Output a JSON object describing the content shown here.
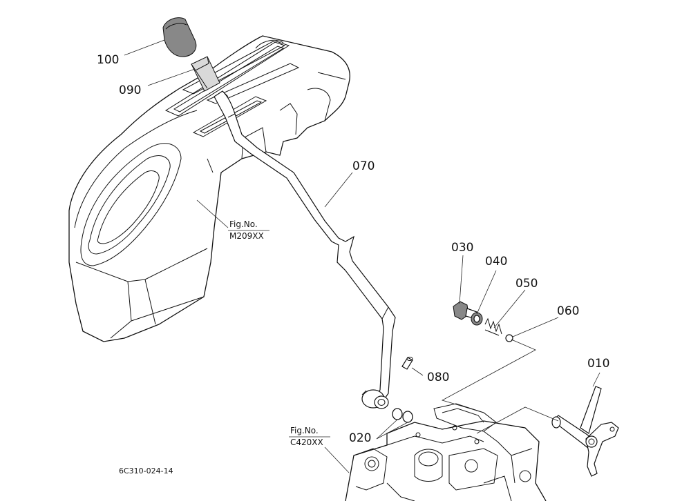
{
  "parts": [
    {
      "id": "p100",
      "number": "100"
    },
    {
      "id": "p090",
      "number": "090"
    },
    {
      "id": "p070",
      "number": "070"
    },
    {
      "id": "p030",
      "number": "030"
    },
    {
      "id": "p040",
      "number": "040"
    },
    {
      "id": "p050",
      "number": "050"
    },
    {
      "id": "p060",
      "number": "060"
    },
    {
      "id": "p080",
      "number": "080"
    },
    {
      "id": "p010",
      "number": "010"
    },
    {
      "id": "p020",
      "number": "020"
    }
  ],
  "references": [
    {
      "id": "ref-m209",
      "line1": "Fig.No.",
      "line2": "M209XX"
    },
    {
      "id": "ref-c420",
      "line1": "Fig.No.",
      "line2": "C420XX"
    }
  ],
  "drawing_code": "6C310-024-14"
}
